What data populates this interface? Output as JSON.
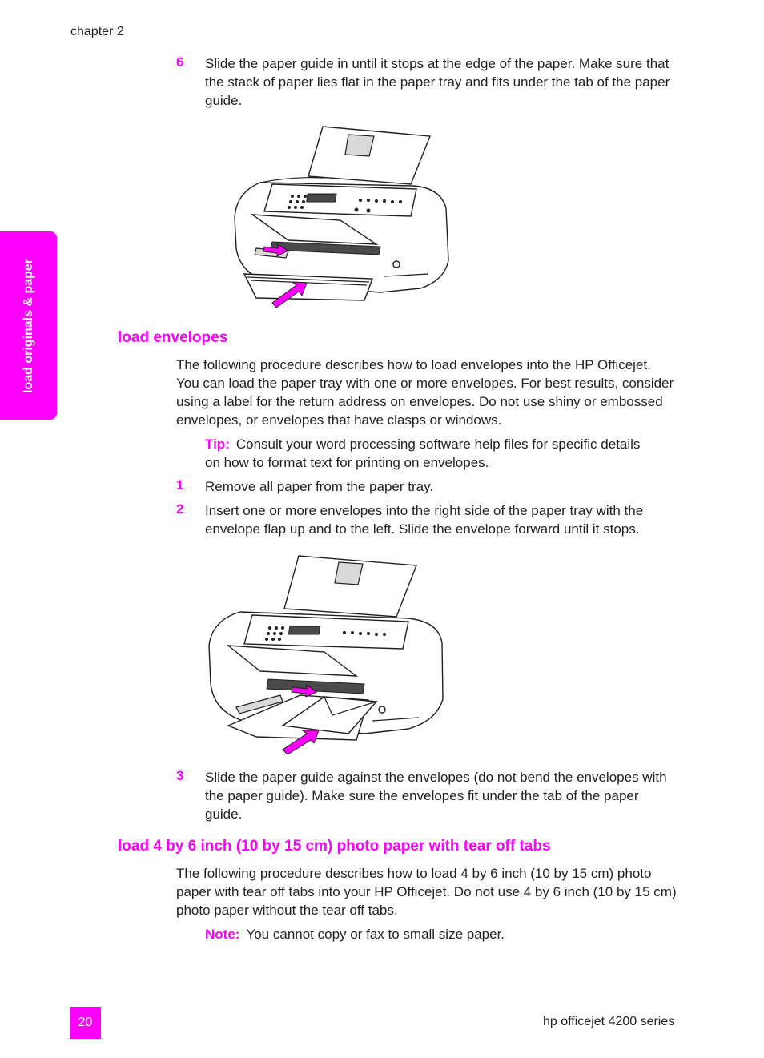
{
  "header": {
    "chapter": "chapter 2"
  },
  "side_tab": {
    "label": "load originals & paper"
  },
  "step6": {
    "number": "6",
    "text": "Slide the paper guide in until it stops at the edge of the paper. Make sure that the stack of paper lies flat in the paper tray and fits under the tab of the paper guide."
  },
  "section_envelopes": {
    "heading": "load envelopes",
    "intro": "The following procedure describes how to load envelopes into the HP Officejet. You can load the paper tray with one or more envelopes. For best results, consider using a label for the return address on envelopes. Do not use shiny or embossed envelopes, or envelopes that have clasps or windows.",
    "tip_label": "Tip:",
    "tip_text": "Consult your word processing software help files for specific details on how to format text for printing on envelopes.",
    "steps": [
      {
        "number": "1",
        "text": "Remove all paper from the paper tray."
      },
      {
        "number": "2",
        "text": "Insert one or more envelopes into the right side of the paper tray with the envelope flap up and to the left. Slide the envelope forward until it stops."
      },
      {
        "number": "3",
        "text": "Slide the paper guide against the envelopes (do not bend the envelopes with the paper guide). Make sure the envelopes fit under the tab of the paper guide."
      }
    ]
  },
  "section_photo": {
    "heading": "load 4 by 6 inch (10 by 15 cm) photo paper with tear off tabs",
    "intro": "The following procedure describes how to load 4 by 6 inch (10 by 15 cm) photo paper with tear off tabs into your HP Officejet. Do not use 4 by 6 inch (10 by 15 cm) photo paper without the tear off tabs.",
    "note_label": "Note:",
    "note_text": "You cannot copy or fax to small size paper."
  },
  "footer": {
    "page_number": "20",
    "product": "hp officejet 4200 series"
  },
  "colors": {
    "accent": "#ff00ff",
    "text": "#231f20"
  },
  "figures": [
    "printer-loading-paper-illustration",
    "printer-loading-envelope-illustration"
  ]
}
